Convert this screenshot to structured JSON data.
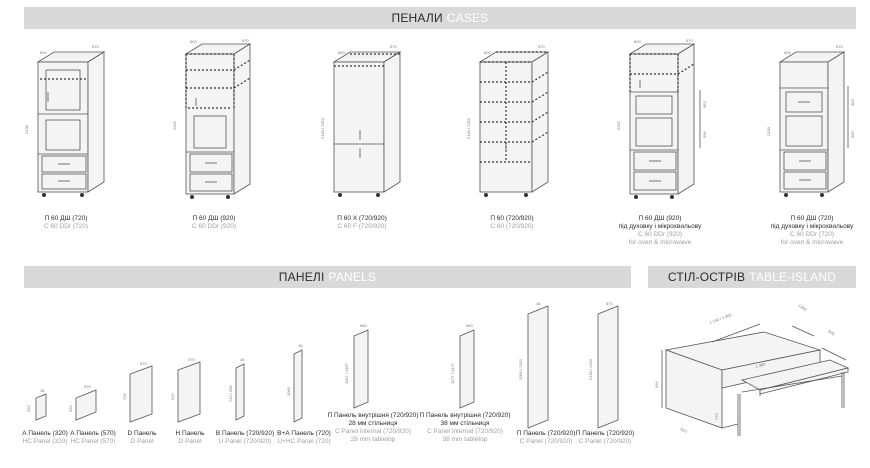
{
  "sections": {
    "cases": {
      "main": "ПЕНАЛИ",
      "sub": "CASES"
    },
    "panels": {
      "main": "ПАНЕЛІ",
      "sub": "PANELS"
    },
    "island": {
      "main": "СТІЛ-ОСТРІВ",
      "sub": "TABLE-ISLAND"
    }
  },
  "cases": [
    {
      "title": "П 60 ДШ (720)",
      "code": "C 60 DDr (720)"
    },
    {
      "title": "П 60 ДШ (920)",
      "code": "C 60 DDr (920)"
    },
    {
      "title": "П 60 Х (720/920)",
      "code": "C 60 F (720/920)"
    },
    {
      "title": "П 60 (720/920)",
      "code": "C 60 (720/920)"
    },
    {
      "title": "П 60 ДШ (920)",
      "note": "під духовку і мікрохвильову",
      "code": "C 60 DDr (920)",
      "note_en": "for oven & microwave"
    },
    {
      "title": "П 60 ДШ (720)",
      "note": "під духовку і мікрохвильову",
      "code": "C 60 DDr (720)",
      "note_en": "for oven & microwave"
    }
  ],
  "panels": [
    {
      "title": "А Панель (320)",
      "code": "HC Panel (320)"
    },
    {
      "title": "А Панель (570)",
      "code": "HC Panel (570)"
    },
    {
      "title": "D Панель",
      "code": "D Panel"
    },
    {
      "title": "H Панель",
      "code": "D Panel"
    },
    {
      "title": "В Панель (720/920)",
      "code": "U Panel (720/920)"
    },
    {
      "title": "В+А Панель (720)",
      "code": "U+HC Panel (720)"
    },
    {
      "title": "П Панель внутрішня (720/920)",
      "extra": "28 мм стільниця",
      "code": "C Panel internal (720/920)",
      "extra_en": "28 mm tabletop"
    },
    {
      "title": "П Панель внутрішня (720/920)",
      "extra": "38 мм стільниця",
      "code": "C Panel internal (720/920)",
      "extra_en": "38 mm tabletop"
    },
    {
      "title": "П Панель (720/920)",
      "code": "C Panel (720/920)"
    },
    {
      "title": "П Панель (720/920)",
      "code": "C Panel (720/920)"
    }
  ],
  "dims": {
    "d600": "600",
    "d570": "570",
    "d2130": "2130",
    "d2322": "2322",
    "d2130_2322": "2130 / 2322",
    "d2322b": "2130 / 2322",
    "d362": "362",
    "d596": "596",
    "d563": "563",
    "d560": "560",
    "d320": "320",
    "d16": "16",
    "d716": "716",
    "d912": "912",
    "d720_900": "720 / 900",
    "d1060": "1060",
    "d1167": "1167 / 1487",
    "d1177": "1177 / 1477",
    "d2000": "2000 / 2322",
    "d1140": "1 140 / 1 460",
    "d1260": "1260",
    "d1380": "1 380",
    "d870": "870",
    "d600b": "600",
    "d916": "916",
    "d770": "770",
    "d510": "510"
  }
}
